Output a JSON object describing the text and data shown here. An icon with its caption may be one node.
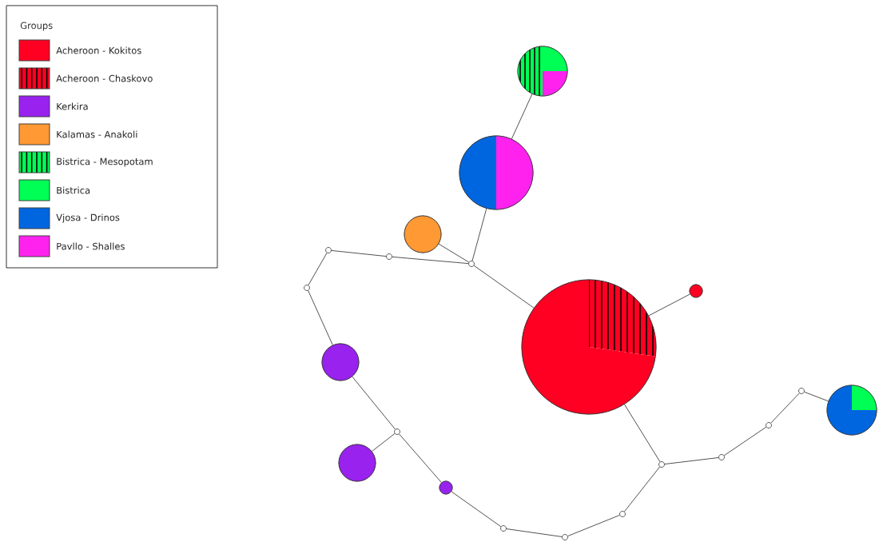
{
  "diagram": {
    "nodes": [
      {
        "text": [],
        "shape": "circle"
      },
      {
        "text": [],
        "shape": "circle"
      },
      {
        "text": [],
        "shape": "circle"
      },
      {
        "text": [],
        "shape": "circle"
      },
      {
        "text": [],
        "shape": "circle"
      },
      {
        "text": [],
        "shape": "circle"
      },
      {
        "text": [],
        "shape": "circle"
      },
      {
        "text": [],
        "shape": "circle"
      },
      {
        "text": [],
        "shape": "circle"
      },
      {
        "text": [],
        "shape": "circle"
      },
      {
        "text": [],
        "shape": "circle"
      },
      {
        "text": [],
        "shape": "circle"
      },
      {
        "text": [],
        "shape": "circle"
      },
      {
        "text": [],
        "shape": "circle"
      },
      {
        "text": [],
        "shape": "circle"
      },
      {
        "text": [],
        "shape": "circle"
      },
      {
        "text": [],
        "shape": "circle"
      },
      {
        "text": [],
        "shape": "circle"
      },
      {
        "text": [],
        "shape": "circle"
      },
      {
        "text": [],
        "shape": "circle"
      },
      {
        "text": [],
        "shape": "circle"
      }
    ],
    "edges": [
      {
        "from": 0,
        "to": 1,
        "arrow": "none"
      },
      {
        "from": 1,
        "to": 5,
        "arrow": "none"
      },
      {
        "from": 2,
        "to": 5,
        "arrow": "none"
      },
      {
        "from": 5,
        "to": 4,
        "arrow": "none"
      },
      {
        "from": 4,
        "to": 3,
        "arrow": "none"
      },
      {
        "from": 3,
        "to": 7,
        "arrow": "none"
      },
      {
        "from": 7,
        "to": 9,
        "arrow": "none"
      },
      {
        "from": 9,
        "to": 13,
        "arrow": "none"
      },
      {
        "from": 13,
        "to": 14,
        "arrow": "none"
      },
      {
        "from": 13,
        "to": 17,
        "arrow": "none"
      },
      {
        "from": 17,
        "to": 18,
        "arrow": "none"
      },
      {
        "from": 18,
        "to": 20,
        "arrow": "none"
      },
      {
        "from": 20,
        "to": 19,
        "arrow": "none"
      },
      {
        "from": 19,
        "to": 15,
        "arrow": "none"
      },
      {
        "from": 15,
        "to": 8,
        "arrow": "none"
      },
      {
        "from": 5,
        "to": 8,
        "arrow": "none"
      },
      {
        "from": 8,
        "to": 6,
        "arrow": "none"
      },
      {
        "from": 15,
        "to": 16,
        "arrow": "none"
      },
      {
        "from": 16,
        "to": 12,
        "arrow": "none"
      },
      {
        "from": 12,
        "to": 10,
        "arrow": "none"
      },
      {
        "from": 10,
        "to": 11,
        "arrow": "none"
      }
    ],
    "labels": [
      "Groups"
    ],
    "legend": [
      {
        "text": "Acheroon - Kokitos",
        "color": "#ff0022"
      },
      {
        "text": "Acheroon - Chaskovo"
      },
      {
        "text": "Kerkira",
        "color": "#9922ee"
      },
      {
        "text": "Kalamas - Anakoli",
        "color": "#ff9933"
      },
      {
        "text": "Bistrica - Mesopotam"
      },
      {
        "text": "Bistrica",
        "color": "#00ff55"
      },
      {
        "text": "Vjosa - Drinos",
        "color": "#0066e0"
      },
      {
        "text": "Pavllo - Shalles",
        "color": "#ff22ee"
      }
    ]
  }
}
